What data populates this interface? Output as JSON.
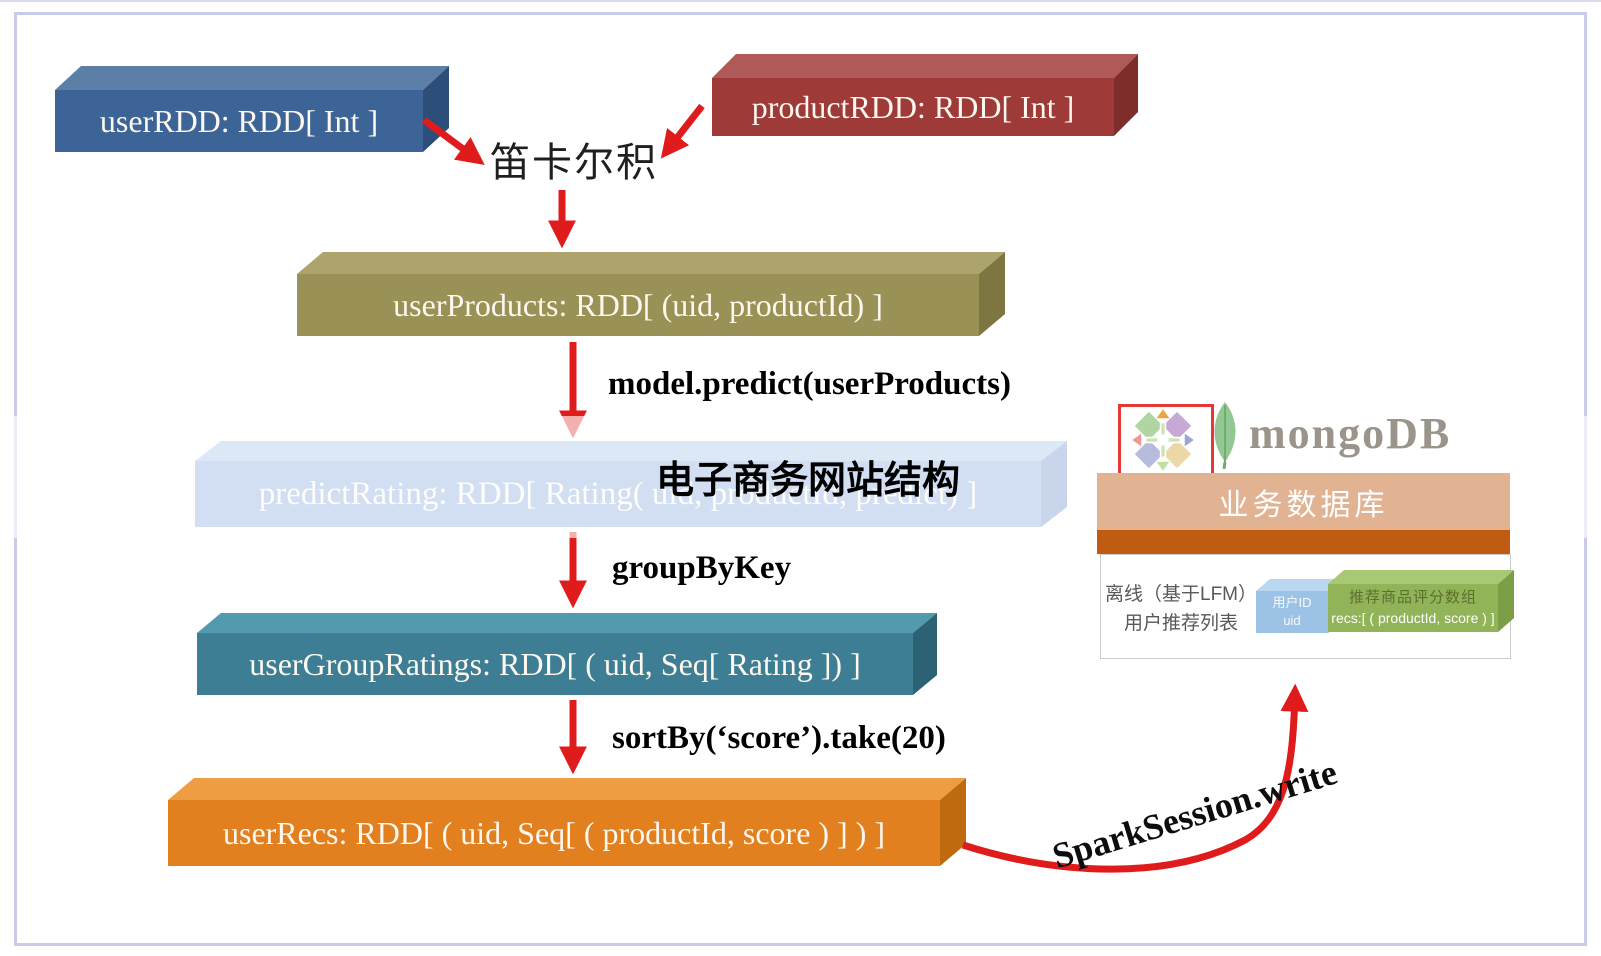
{
  "overlay_title": "电子商务网站结构",
  "colors": {
    "arrow": "#E01B1C",
    "frame": "#C9CCE9",
    "highlight_box": "#E53935",
    "db_header_bg": "#E2B392",
    "db_stripe": "#C05C11",
    "mongo_wordmark_color": "#9B948A"
  },
  "flow": {
    "user_rdd": {
      "label": "userRDD: RDD[ Int ]",
      "front": "#3C6496",
      "top": "#5C7FA8",
      "side": "#2C4E78"
    },
    "product_rdd": {
      "label": "productRDD: RDD[ Int ]",
      "front": "#9E3B39",
      "top": "#AF5A58",
      "side": "#7E2D2B"
    },
    "user_products": {
      "label": "userProducts: RDD[ (uid, productId) ]",
      "front": "#9A9156",
      "top": "#ACA46C",
      "side": "#7E7640"
    },
    "predict_rating": {
      "label": "predictRating: RDD[ Rating( uid, productId, predict) ]",
      "front": "#7FA3DC",
      "top": "#9FBCE8",
      "side": "#6286C2"
    },
    "user_group_ratings": {
      "label": "userGroupRatings: RDD[ ( uid, Seq[ Rating ]) ]",
      "front": "#3D7E95",
      "top": "#549AAE",
      "side": "#2D6174"
    },
    "user_recs": {
      "label": "userRecs: RDD[ ( uid, Seq[ ( productId, score ) ] ) ]",
      "front": "#E2801F",
      "top": "#EF9D42",
      "side": "#C06A10"
    }
  },
  "ops": {
    "cartesian": "笛卡尔积",
    "predict": "model.predict(userProducts)",
    "group_by": "groupByKey",
    "sort_by": "sortBy(‘score’).take(20)",
    "write": "SparkSession.write"
  },
  "db_panel": {
    "mongo_wordmark": "mongoDB",
    "header": "业务数据库",
    "row_label_line1": "离线（基于LFM）",
    "row_label_line2": "用户推荐列表",
    "key_field": {
      "line1": "用户ID",
      "line2": "uid",
      "front": "#9CC3E6",
      "top": "#B9D7F0",
      "side": "#85AFD6",
      "stroke": "#6FA3D8"
    },
    "value_field": {
      "line1": "推荐商品评分数组",
      "line2": "recs:[ ( productId, score ) ]",
      "front": "#90B457",
      "top": "#A8C873",
      "side": "#7C9E46",
      "stroke": "#7FA04A"
    }
  }
}
